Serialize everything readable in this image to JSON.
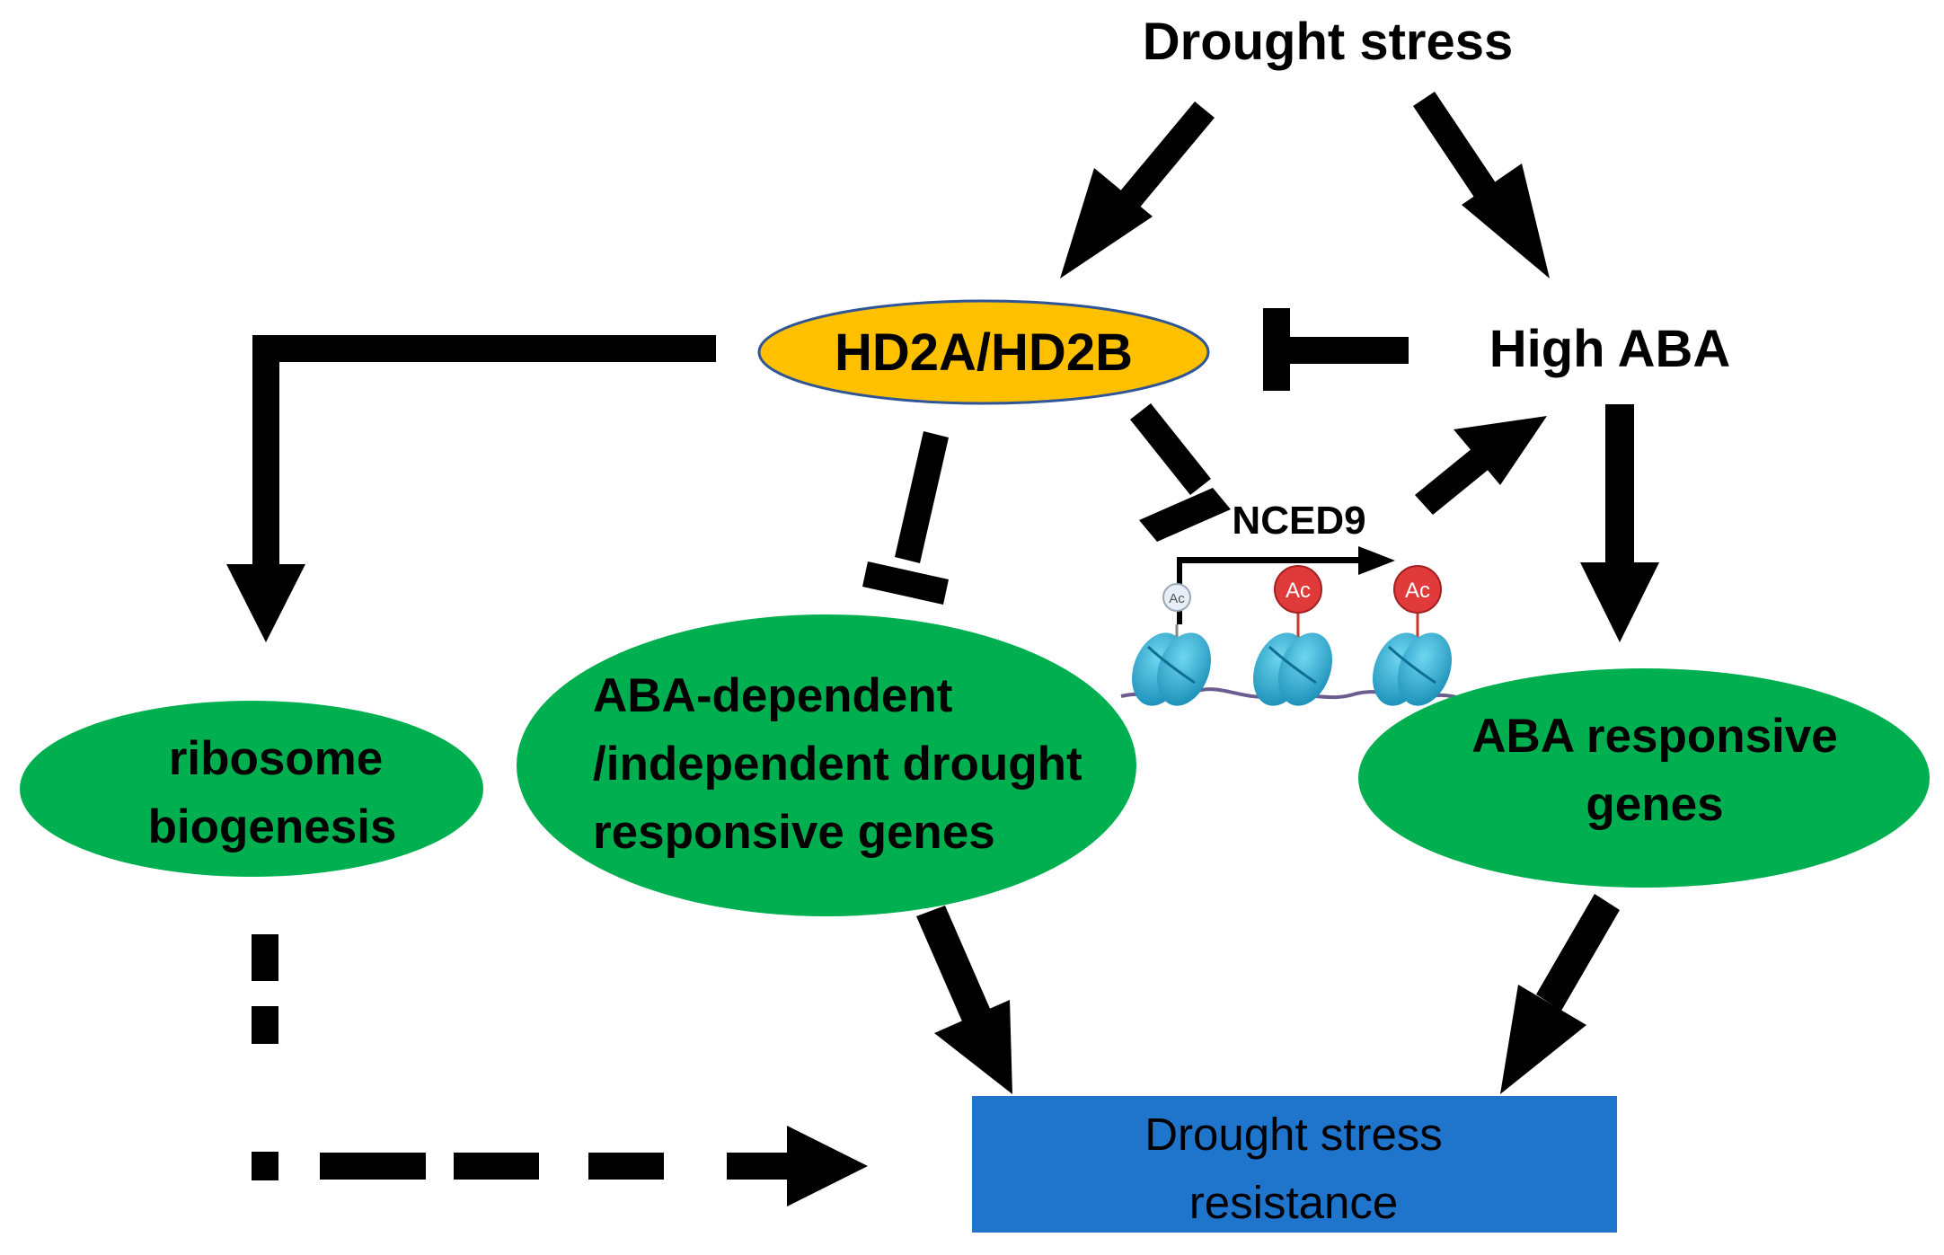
{
  "nodes": {
    "drought_stress": "Drought stress",
    "hd2": "HD2A/HD2B",
    "high_aba": "High ABA",
    "nced9": "NCED9",
    "ribosome": [
      "ribosome",
      "biogenesis"
    ],
    "aba_dep": [
      "ABA-dependent",
      "/independent drought",
      "responsive genes"
    ],
    "aba_resp": [
      "ABA responsive",
      "genes"
    ],
    "resistance": [
      "Drought stress",
      "resistance"
    ]
  },
  "nucleosome_marks": [
    "Ac",
    "Ac",
    "Ac"
  ],
  "colors": {
    "hd2_fill": "#FFC000",
    "hd2_stroke": "#2F5597",
    "gene_fill": "#00B050",
    "resistance_fill": "#1F74CC",
    "histone": "#2AB0D8",
    "acetyl_red": "#E03A3A",
    "acetyl_pale": "#E8EEF5",
    "arrow": "#000000"
  }
}
